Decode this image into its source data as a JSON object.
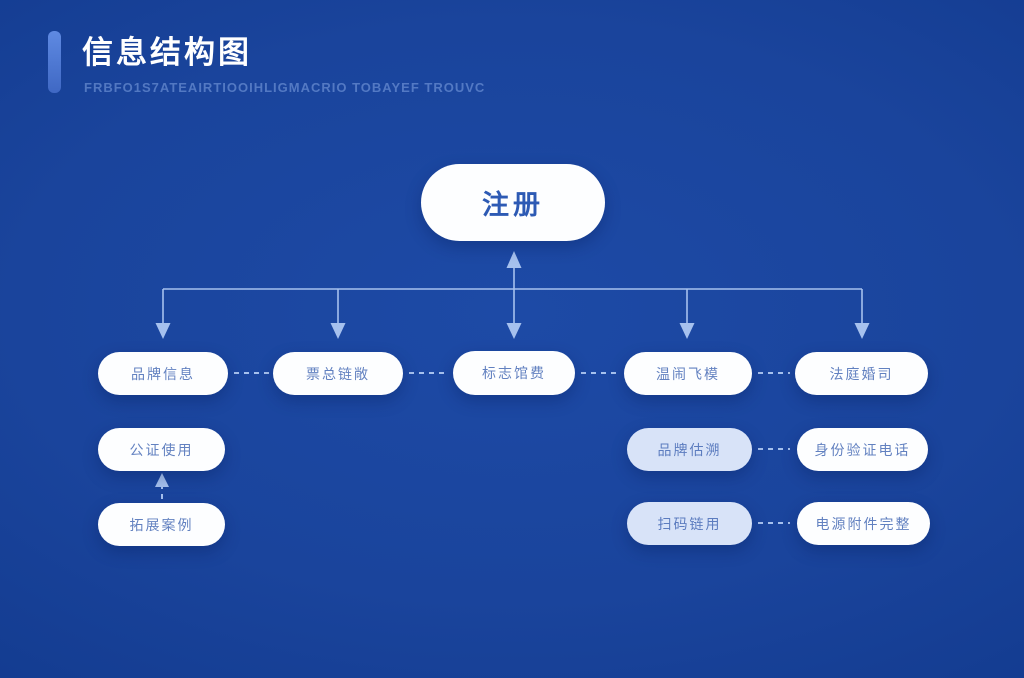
{
  "header": {
    "title": "信息结构图",
    "subtitle": "FRBFO1S7ATEAIRTIOOIHLIGMACRIO TOBAYEF TROUVC"
  },
  "diagram": {
    "root": {
      "label": "注册"
    },
    "level1": [
      {
        "label": "品牌信息"
      },
      {
        "label": "票总链敞"
      },
      {
        "label": "标志馆费"
      },
      {
        "label": "温闹飞模"
      },
      {
        "label": "法庭婚司"
      }
    ],
    "left_branch": [
      {
        "label": "公证使用"
      },
      {
        "label": "拓展案例"
      }
    ],
    "right_branch": [
      {
        "primary": "品牌估溯",
        "linked": "身份验证电话"
      },
      {
        "primary": "扫码链用",
        "linked": "电源附件完整"
      }
    ]
  },
  "colors": {
    "background": "#1A449C",
    "accent_bar": "#4F7BD9",
    "connector": "#A6C1EE",
    "node_fill": "#FDFEFF",
    "node_fill_light": "#D8E3F8",
    "node_text": "#4166B3",
    "title_text": "#FFFFFF"
  }
}
